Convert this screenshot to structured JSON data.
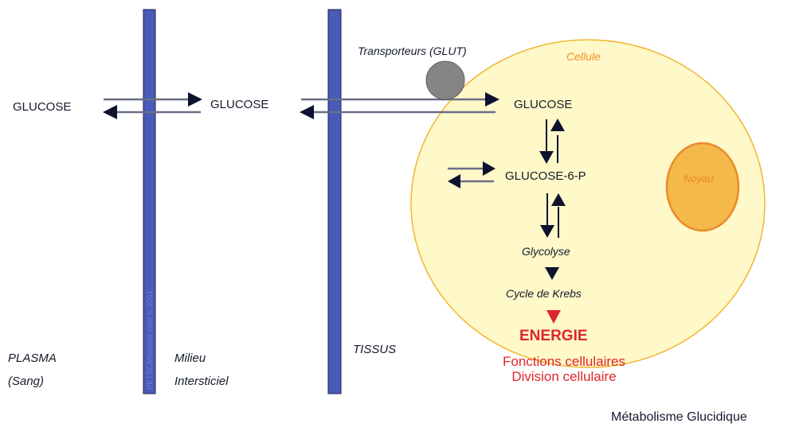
{
  "title": "Métabolisme Glucidique",
  "compartments": {
    "plasma": [
      "PLASMA",
      "(Sang)"
    ],
    "interstitial": [
      "Milieu",
      "Intersticiel"
    ],
    "tissue": "TISSUS"
  },
  "molecules": {
    "plasma_glucose": "GLUCOSE",
    "interstitial_glucose": "GLUCOSE",
    "cell_glucose": "GLUCOSE",
    "glucose_6_p": "GLUCOSE-6-P"
  },
  "cell": {
    "label": "Cellule",
    "nucleus_label": "Noyau",
    "transporter_label": "Transporteurs (GLUT)"
  },
  "pathway": {
    "glycolysis": "Glycolyse",
    "krebs": "Cycle de Krebs",
    "energy": "ENERGIE",
    "outcomes": [
      "Fonctions cellulaires",
      "Division cellulaire"
    ]
  },
  "watermark": "PETSCANonline.com © 2001",
  "colors": {
    "membrane": "#4a5ab8",
    "membrane_border": "#1c2350",
    "cell_fill": "#fff8c8",
    "cell_border": "#f2b630",
    "nucleus_fill": "#f5b84a",
    "nucleus_border": "#ea8a2a",
    "transporter": "#858585",
    "arrow_line": "#6a6e86",
    "arrow_head": "#0d1230",
    "energy_red": "#e0252a"
  }
}
